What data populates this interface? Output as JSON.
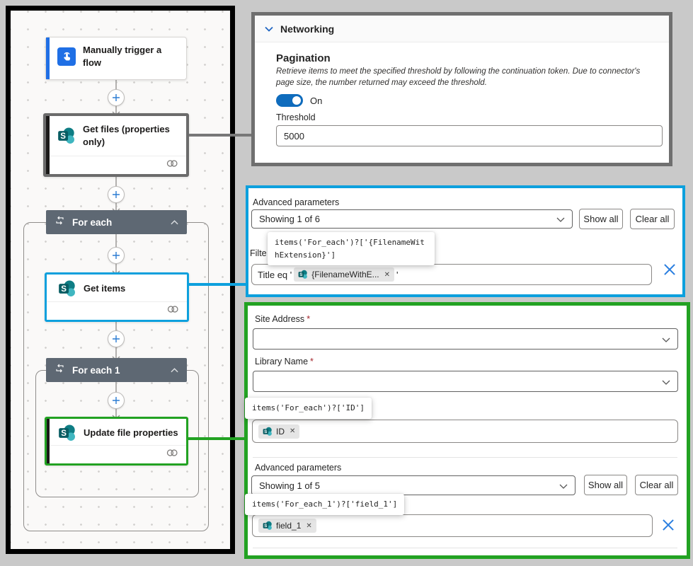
{
  "colors": {
    "accent-blue": "#0da0dd",
    "accent-green": "#22a222",
    "slate": "#5e6873",
    "toggle-on": "#0f6cbd",
    "trigger-accent": "#1f6fe5",
    "plus-blue": "#2b7cd3",
    "discard-blue": "#2b7fe0",
    "conn-gray": "#787878"
  },
  "flow": {
    "trigger": {
      "title": "Manually trigger a flow"
    },
    "get_files": {
      "title": "Get files (properties only)"
    },
    "for_each": {
      "title": "For each"
    },
    "get_items": {
      "title": "Get items"
    },
    "for_each_1": {
      "title": "For each 1"
    },
    "update_file": {
      "title": "Update file properties"
    }
  },
  "networking": {
    "title": "Networking",
    "pagination_heading": "Pagination",
    "pagination_description": "Retrieve items to meet the specified threshold by following the continuation token. Due to connector's page size, the number returned may exceed the threshold.",
    "toggle_state": "On",
    "threshold_label": "Threshold",
    "threshold_value": "5000"
  },
  "get_items_panel": {
    "advanced_label": "Advanced parameters",
    "showing_value": "Showing 1 of 6",
    "show_all": "Show all",
    "clear_all": "Clear all",
    "tooltip_expression": "items('For_each')?['{FilenameWithExtension}']",
    "filter_label_partial": "Filte",
    "filter_prefix": "Title eq '",
    "filter_token": "{FilenameWithE...",
    "filter_suffix": "'",
    "token_remove": "✕"
  },
  "update_panel": {
    "site_address_label": "Site Address",
    "library_name_label": "Library Name",
    "required_mark": "*",
    "id_tooltip_expression": "items('For_each')?['ID']",
    "id_token": "ID",
    "advanced_label": "Advanced parameters",
    "showing_value": "Showing 1 of 5",
    "show_all": "Show all",
    "clear_all": "Clear all",
    "field_tooltip_expression": "items('For_each_1')?['field_1']",
    "field_token": "field_1",
    "token_remove": "✕"
  }
}
